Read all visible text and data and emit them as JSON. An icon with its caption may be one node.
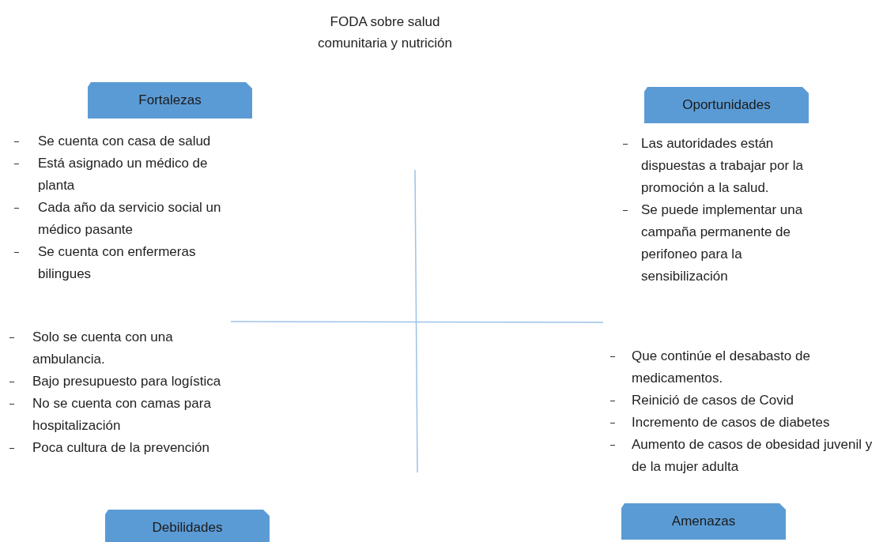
{
  "diagram": {
    "title": "FODA sobre  salud comunitaria y nutrición",
    "nodes": [
      {
        "text": [
          "Fortalezas"
        ]
      },
      {
        "text": [
          "Oportunidades"
        ]
      },
      {
        "text": [
          "Debilidades"
        ]
      },
      {
        "text": [
          "Amenazas"
        ]
      }
    ],
    "labels": [
      "Se cuenta con casa de salud",
      "Está asignado un médico de planta",
      "Cada año da servicio social un médico pasante",
      "Se cuenta con enfermeras bilingues",
      "Las autoridades están dispuestas a trabajar por la promoción a la salud.",
      "Se puede implementar una campaña permanente de perifoneo para la sensibilización",
      "Solo se cuenta con una ambulancia.",
      "Bajo presupuesto para logística",
      "No se cuenta con camas para hospitalización",
      "Poca cultura de la prevención",
      "Que continúe el desabasto de medicamentos.",
      "Reinició de casos de Covid",
      "Incremento de casos de diabetes",
      "Aumento de casos de obesidad juvenil y de la mujer adulta"
    ]
  }
}
